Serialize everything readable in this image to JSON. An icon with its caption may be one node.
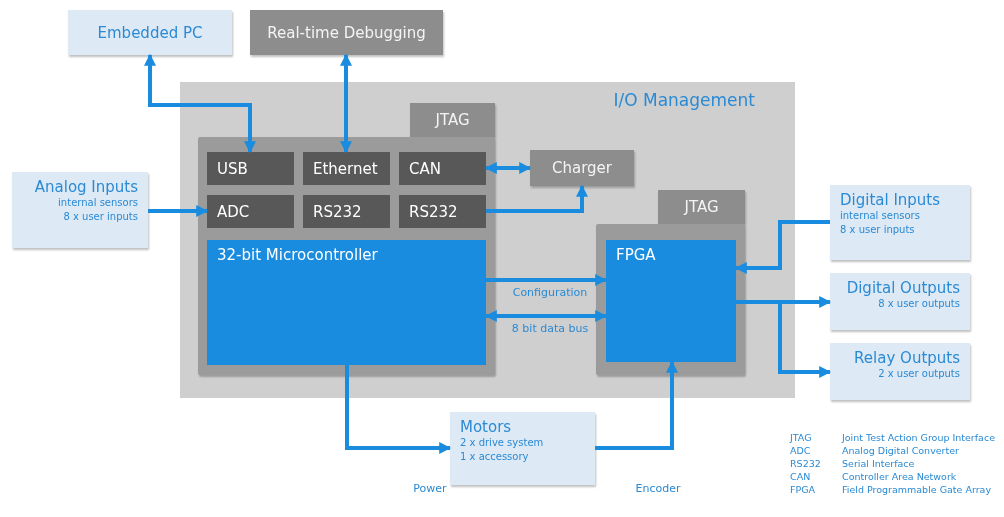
{
  "diagram": {
    "nodes": [
      {
        "text": [
          "Embedded PC"
        ]
      },
      {
        "text": [
          "Real-time Debugging"
        ]
      },
      {
        "text": [
          "I/O Management"
        ]
      },
      {
        "text": [
          "JTAG"
        ],
        "in": 2
      },
      {
        "text": [],
        "shape": "box",
        "in": 2
      },
      {
        "text": [
          "USB"
        ],
        "in": 4
      },
      {
        "text": [
          "Ethernet"
        ],
        "in": 4
      },
      {
        "text": [
          "CAN"
        ],
        "in": 4
      },
      {
        "text": [
          "ADC"
        ],
        "in": 4
      },
      {
        "text": [
          "RS232"
        ],
        "in": 4
      },
      {
        "text": [
          "RS232"
        ],
        "in": 4
      },
      {
        "text": [
          "32-bit Microcontroller"
        ],
        "in": 4
      },
      {
        "text": [
          "Charger"
        ],
        "in": 2
      },
      {
        "text": [
          "JTAG"
        ],
        "in": 2
      },
      {
        "text": [],
        "shape": "box",
        "in": 2
      },
      {
        "text": [
          "FPGA"
        ],
        "in": 14
      },
      {
        "text": [
          "Analog Inputs",
          "internal sensors",
          "8 x user inputs"
        ]
      },
      {
        "text": [
          "Digital Inputs",
          "internal sensors",
          "8 x user inputs"
        ]
      },
      {
        "text": [
          "Digital Outputs",
          "8 x user outputs"
        ]
      },
      {
        "text": [
          "Relay Outputs",
          "2 x user outputs"
        ]
      },
      {
        "text": [
          "Motors",
          "2 x drive system",
          "1 x accessory"
        ]
      }
    ],
    "edges": [
      {
        "from": 5,
        "to": 0,
        "arrow": "both"
      },
      {
        "from": 6,
        "to": 1,
        "arrow": "both"
      },
      {
        "from": 7,
        "to": 12,
        "arrow": "both"
      },
      {
        "from": 16,
        "to": 8,
        "arrow": "to"
      },
      {
        "from": 10,
        "to": 12,
        "arrow": "to"
      },
      {
        "from": 11,
        "to": 15,
        "arrow": "to",
        "label": "Configuration"
      },
      {
        "from": 11,
        "to": 15,
        "arrow": "both",
        "label": "8 bit data bus"
      },
      {
        "from": 17,
        "to": 15,
        "arrow": "to"
      },
      {
        "from": 15,
        "to": 18,
        "arrow": "to"
      },
      {
        "from": 15,
        "to": 19,
        "arrow": "to"
      },
      {
        "from": 11,
        "to": 20,
        "arrow": "to",
        "label": "Power"
      },
      {
        "from": 20,
        "to": 15,
        "arrow": "to",
        "label": "Encoder"
      }
    ],
    "labels": [
      "JTAG",
      "Joint Test Action Group Interface",
      "ADC",
      "Analog Digital Converter",
      "RS232",
      "Serial Interface",
      "CAN",
      "Controller Area Network",
      "FPGA",
      "Field Programmable Gate Array"
    ]
  }
}
